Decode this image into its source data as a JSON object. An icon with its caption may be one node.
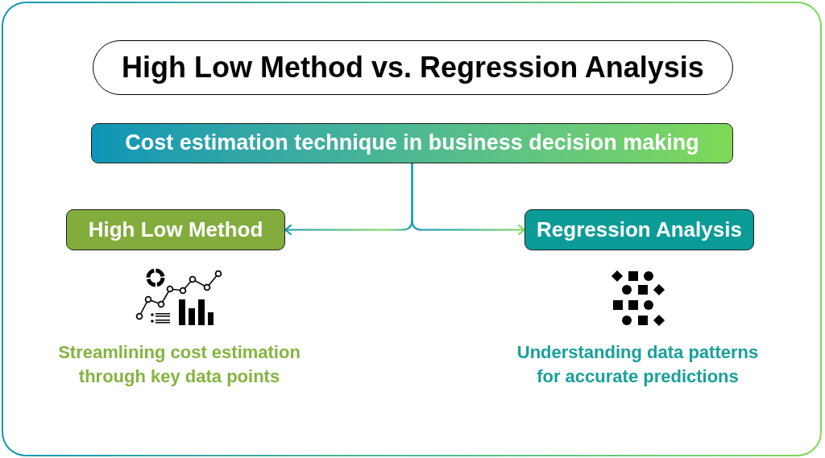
{
  "diagram": {
    "title": "High Low Method vs. Regression Analysis",
    "nodes": [
      {
        "text": [
          "Cost estimation technique in business decision making"
        ]
      },
      {
        "text": [
          "High Low Method"
        ]
      },
      {
        "text": [
          "Regression Analysis"
        ]
      }
    ],
    "edges": [
      {
        "from": 0,
        "to": 1,
        "arrow": "to"
      },
      {
        "from": 0,
        "to": 2,
        "arrow": "to"
      }
    ],
    "labels": [
      "Streamlining cost estimation through key data points",
      "Understanding data patterns for accurate predictions"
    ]
  }
}
